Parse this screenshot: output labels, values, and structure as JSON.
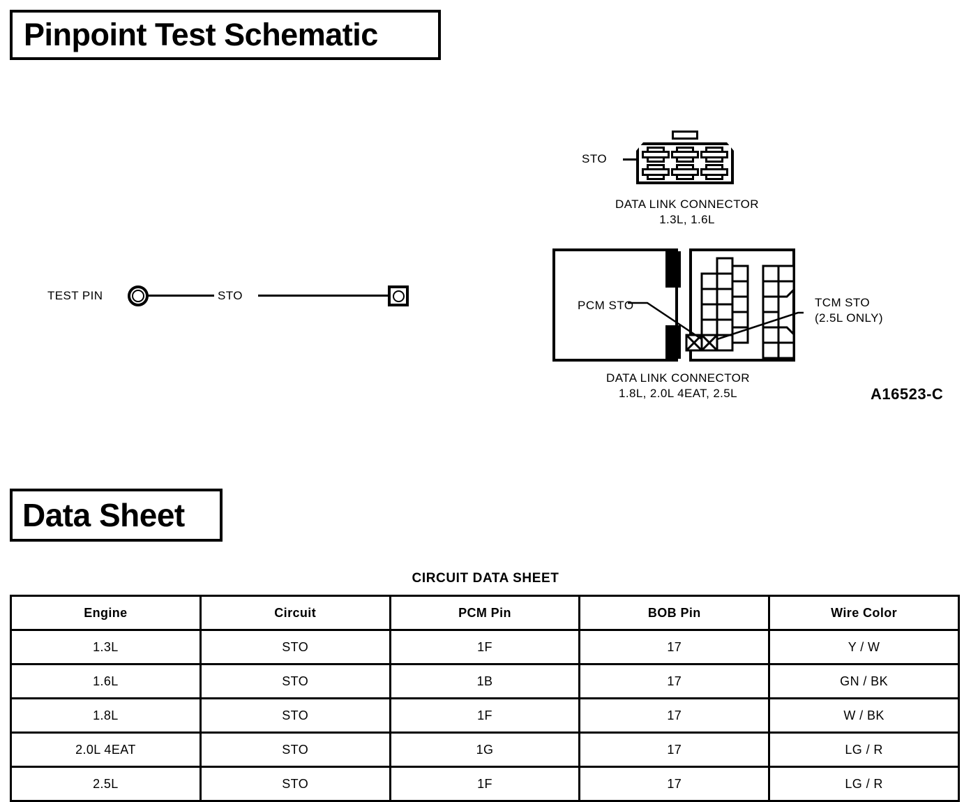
{
  "headings": {
    "pinpoint": "Pinpoint Test Schematic",
    "data_sheet": "Data Sheet"
  },
  "test_circuit": {
    "test_pin_label": "TEST PIN",
    "circuit_label": "STO",
    "left_symbol": "test-pin-ring",
    "right_symbol": "square-terminal"
  },
  "dlc_upper": {
    "pin_label": "STO",
    "caption_line1": "DATA LINK CONNECTOR",
    "caption_line2": "1.3L, 1.6L",
    "cavity_count": 6,
    "rows": 2,
    "columns": 3
  },
  "dlc_lower": {
    "pcm_label": "PCM STO",
    "tcm_label_line1": "TCM STO",
    "tcm_label_line2": "(2.5L ONLY)",
    "caption_line1": "DATA LINK CONNECTOR",
    "caption_line2": "1.8L, 2.0L 4EAT, 2.5L",
    "marked_pins": 2
  },
  "figure_id": "A16523-C",
  "table": {
    "title": "CIRCUIT DATA SHEET",
    "columns": [
      "Engine",
      "Circuit",
      "PCM Pin",
      "BOB Pin",
      "Wire Color"
    ],
    "rows": [
      [
        "1.3L",
        "STO",
        "1F",
        "17",
        "Y / W"
      ],
      [
        "1.6L",
        "STO",
        "1B",
        "17",
        "GN / BK"
      ],
      [
        "1.8L",
        "STO",
        "1F",
        "17",
        "W / BK"
      ],
      [
        "2.0L 4EAT",
        "STO",
        "1G",
        "17",
        "LG / R"
      ],
      [
        "2.5L",
        "STO",
        "1F",
        "17",
        "LG / R"
      ]
    ]
  },
  "colors": {
    "ink": "#000000",
    "paper": "#ffffff"
  }
}
